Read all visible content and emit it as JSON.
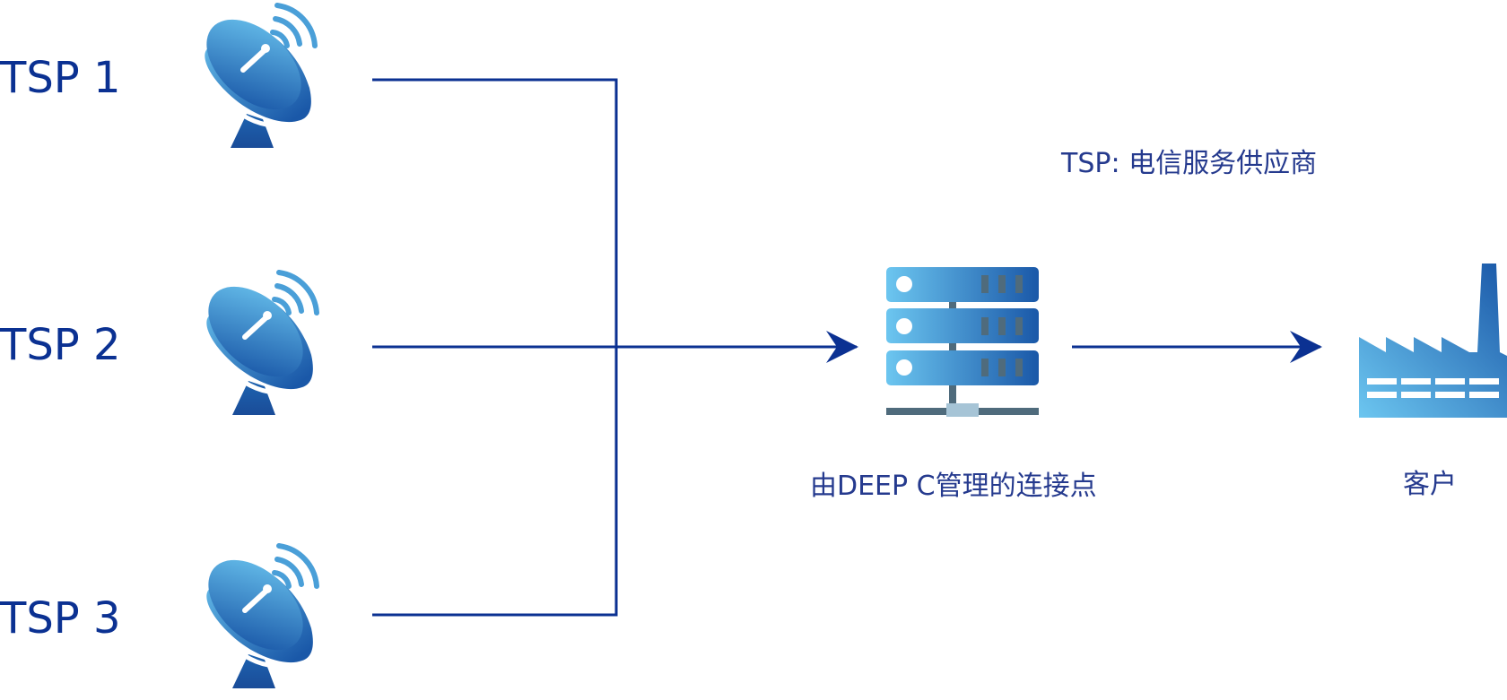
{
  "sources": [
    {
      "label": "TSP 1",
      "icon": "satellite-dish-icon"
    },
    {
      "label": "TSP 2",
      "icon": "satellite-dish-icon"
    },
    {
      "label": "TSP 3",
      "icon": "satellite-dish-icon"
    }
  ],
  "legend": {
    "text": "TSP: 电信服务供应商"
  },
  "hub": {
    "label": "由DEEP C管理的连接点",
    "icon": "server-rack-icon"
  },
  "destination": {
    "label": "客户",
    "icon": "factory-icon"
  },
  "colors": {
    "line": "#0b3192",
    "text": "#253a8e",
    "gradient_light": "#6cc6f0",
    "gradient_dark": "#1a58a8",
    "server_stand": "#4f6b7c",
    "server_base_cap": "#a6c4d6",
    "server_slot": "#4f6b7c"
  }
}
